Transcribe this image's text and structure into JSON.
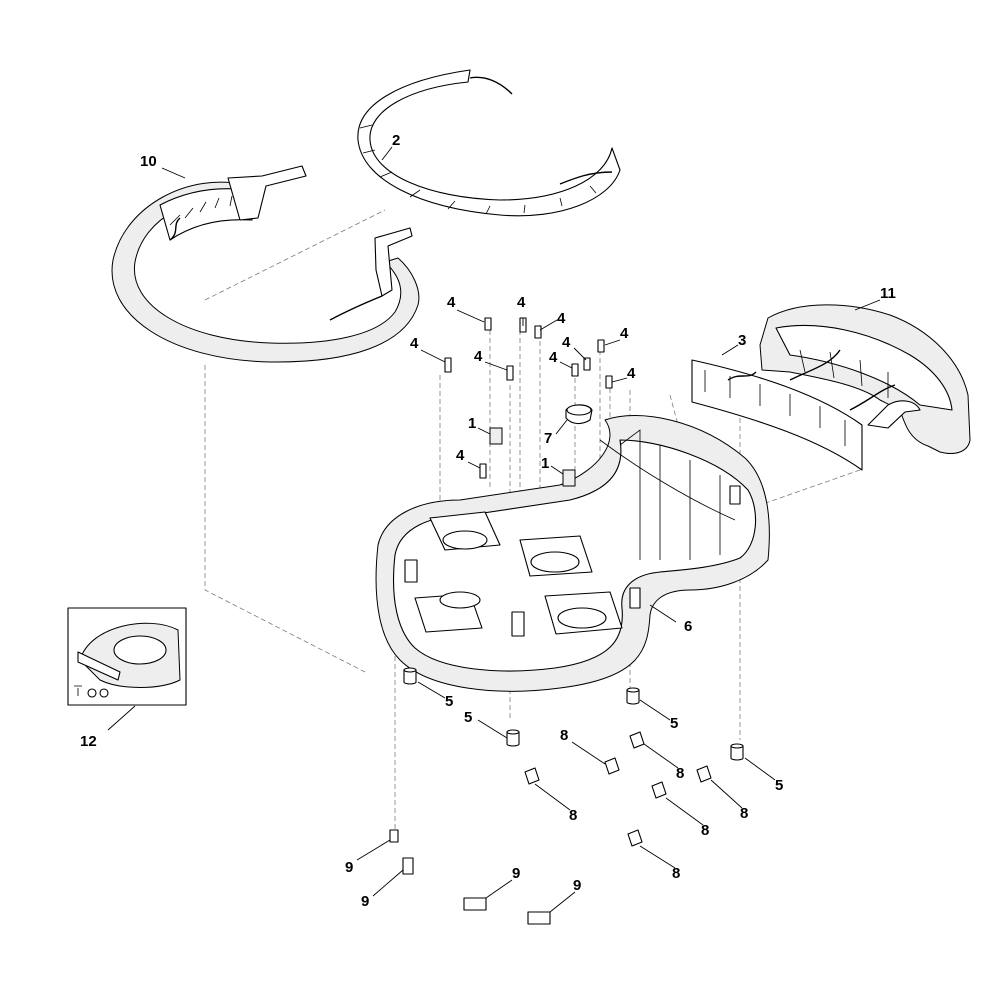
{
  "callouts": {
    "c1a": "1",
    "c1b": "1",
    "c2": "2",
    "c3": "3",
    "c4a": "4",
    "c4b": "4",
    "c4c": "4",
    "c4d": "4",
    "c4e": "4",
    "c4f": "4",
    "c4g": "4",
    "c4h": "4",
    "c4i": "4",
    "c4j": "4",
    "c5a": "5",
    "c5b": "5",
    "c5c": "5",
    "c5d": "5",
    "c6": "6",
    "c7": "7",
    "c8a": "8",
    "c8b": "8",
    "c8c": "8",
    "c8d": "8",
    "c8e": "8",
    "c8f": "8",
    "c9a": "9",
    "c9b": "9",
    "c9c": "9",
    "c9d": "9",
    "c10": "10",
    "c11": "11",
    "c12": "12"
  },
  "colors": {
    "line": "#000000",
    "guide": "#7a7a7a",
    "background": "#ffffff"
  }
}
